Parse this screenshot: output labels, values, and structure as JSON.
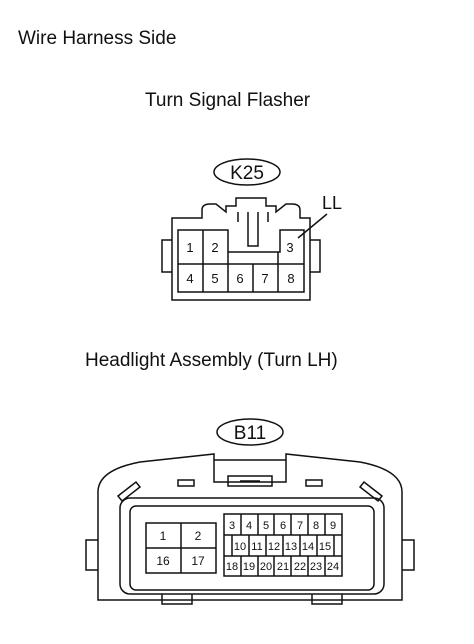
{
  "header": {
    "title": "Wire Harness Side"
  },
  "k25": {
    "name": "Turn Signal Flasher",
    "code": "K25",
    "callout": "LL",
    "pins_top": [
      "1",
      "2",
      "3"
    ],
    "pins_bottom": [
      "4",
      "5",
      "6",
      "7",
      "8"
    ]
  },
  "b11": {
    "name": "Headlight Assembly (Turn LH)",
    "code": "B11",
    "big_pins": [
      "1",
      "2",
      "16",
      "17"
    ],
    "row1": [
      "3",
      "4",
      "5",
      "6",
      "7",
      "8",
      "9"
    ],
    "row2": [
      "10",
      "11",
      "12",
      "13",
      "14",
      "15"
    ],
    "row3": [
      "18",
      "19",
      "20",
      "21",
      "22",
      "23",
      "24"
    ]
  }
}
